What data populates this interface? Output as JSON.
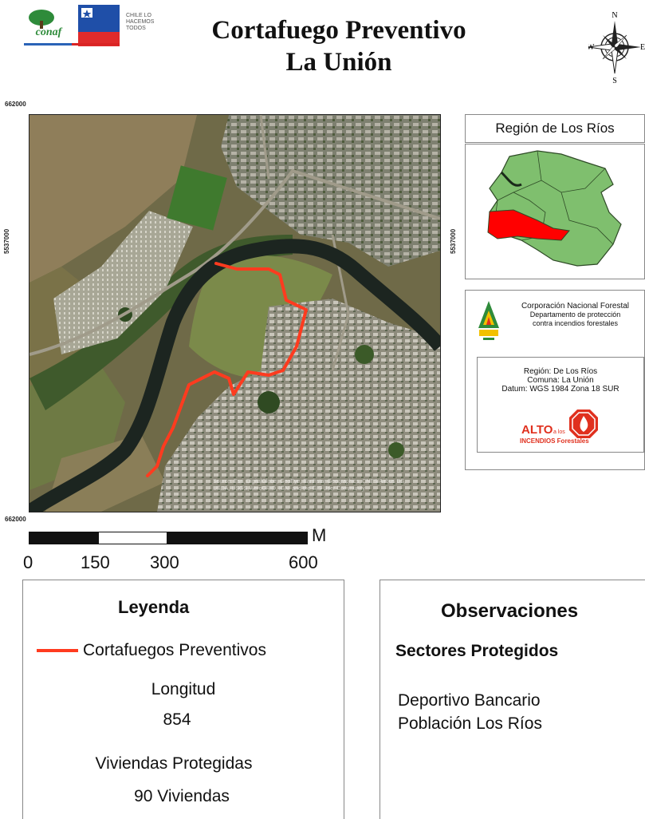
{
  "header": {
    "title_line1": "Cortafuego Preventivo",
    "title_line2": "La Unión",
    "logo_conaf": "conaf",
    "gob_text_1": "CHILE LO",
    "gob_text_2": "HACEMOS",
    "gob_text_3": "TODOS"
  },
  "compass": {
    "n": "N",
    "s": "S",
    "e": "E",
    "w": "W"
  },
  "map": {
    "coord_top_left": "662000",
    "coord_bottom_left": "662000",
    "coord_left_mid": "5537000",
    "coord_right_mid": "5537000",
    "attribution": "Source: Esri, DigitalGlobe, GeoEye, Earthstar Geographics, CNES/Airbus DS, USDA, USGS, AeroGRID, IGN, and the GIS User Community",
    "firebreak_color": "#ff3b1f",
    "river_color": "#1c2520"
  },
  "region_panel": {
    "title": "Región de Los Ríos",
    "region_fill": "#7fbf6e",
    "highlight_fill": "#ff0000"
  },
  "institution": {
    "name": "Corporación Nacional Forestal",
    "dept_line1": "Departamento de protección",
    "dept_line2": "contra incendios forestales",
    "region": "Región: De Los Ríos",
    "comuna": "Comuna:  La Unión",
    "datum": "Datum: WGS 1984 Zona 18 SUR",
    "alto_1": "ALTO",
    "alto_2": "a los",
    "alto_3": "INCENDIOS Forestales"
  },
  "scale": {
    "unit": "M",
    "labels": [
      "0",
      "150",
      "300",
      "600"
    ]
  },
  "legend": {
    "title": "Leyenda",
    "entry": "Cortafuegos Preventivos",
    "length_label": "Longitud",
    "length_value": "854",
    "homes_label": "Viviendas Protegidas",
    "homes_value": "90 Viviendas"
  },
  "observations": {
    "title": "Observaciones",
    "subtitle": "Sectores Protegidos",
    "items": [
      "Deportivo Bancario",
      "Población Los Ríos"
    ]
  }
}
